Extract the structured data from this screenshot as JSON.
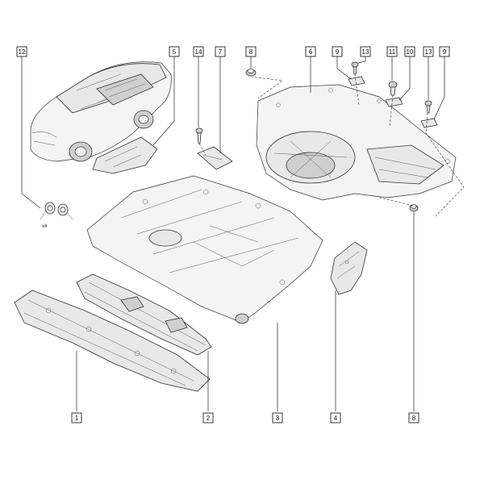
{
  "callouts": [
    "12",
    "5",
    "14",
    "7",
    "8",
    "6",
    "9",
    "13",
    "11",
    "10",
    "13",
    "9",
    "1",
    "2",
    "3",
    "4",
    "8"
  ],
  "quantity_label": "x4"
}
